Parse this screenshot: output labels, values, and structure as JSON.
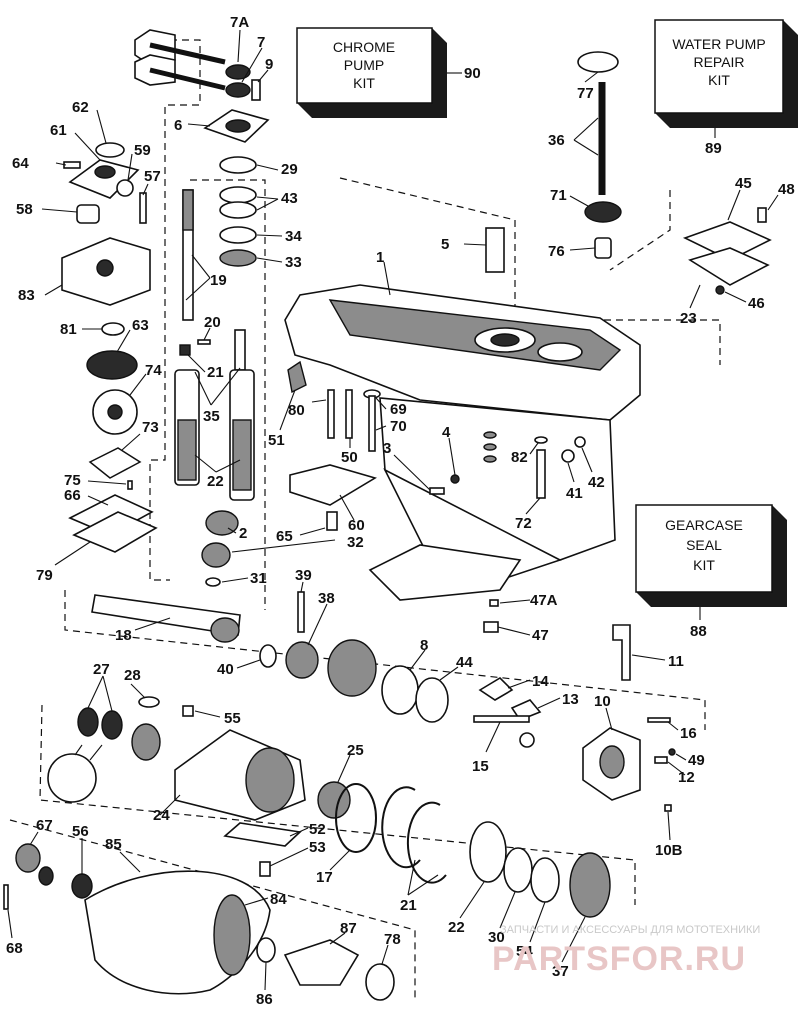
{
  "kits": {
    "chrome_pump": {
      "lines": [
        "CHROME",
        "PUMP",
        "KIT"
      ],
      "number": "90"
    },
    "water_pump": {
      "lines": [
        "WATER PUMP",
        "REPAIR",
        "KIT"
      ],
      "number": "89"
    },
    "gearcase_seal": {
      "lines": [
        "GEARCASE",
        "SEAL",
        "KIT"
      ],
      "number": "88"
    }
  },
  "part_numbers": [
    "7A",
    "7",
    "9",
    "6",
    "62",
    "61",
    "59",
    "64",
    "57",
    "58",
    "83",
    "81",
    "63",
    "74",
    "73",
    "75",
    "66",
    "79",
    "29",
    "43",
    "34",
    "33",
    "19",
    "20",
    "21",
    "35",
    "22",
    "2",
    "32",
    "31",
    "65",
    "60",
    "51",
    "80",
    "50",
    "69",
    "70",
    "3",
    "4",
    "1",
    "5",
    "77",
    "36",
    "71",
    "76",
    "45",
    "48",
    "23",
    "46",
    "82",
    "41",
    "42",
    "72",
    "47A",
    "47",
    "39",
    "38",
    "18",
    "40",
    "8",
    "44",
    "11",
    "28",
    "55",
    "27",
    "14",
    "13",
    "10",
    "16",
    "15",
    "49",
    "12",
    "25",
    "24",
    "52",
    "53",
    "17",
    "21",
    "22",
    "10B",
    "67",
    "56",
    "85",
    "84",
    "68",
    "86",
    "87",
    "78",
    "30",
    "54",
    "37"
  ],
  "watermark": {
    "caption": "ЗАПЧАСТИ И АКСЕССУАРЫ ДЛЯ МОТОТЕХНИКИ",
    "brand": "PARTSFOR.RU"
  }
}
